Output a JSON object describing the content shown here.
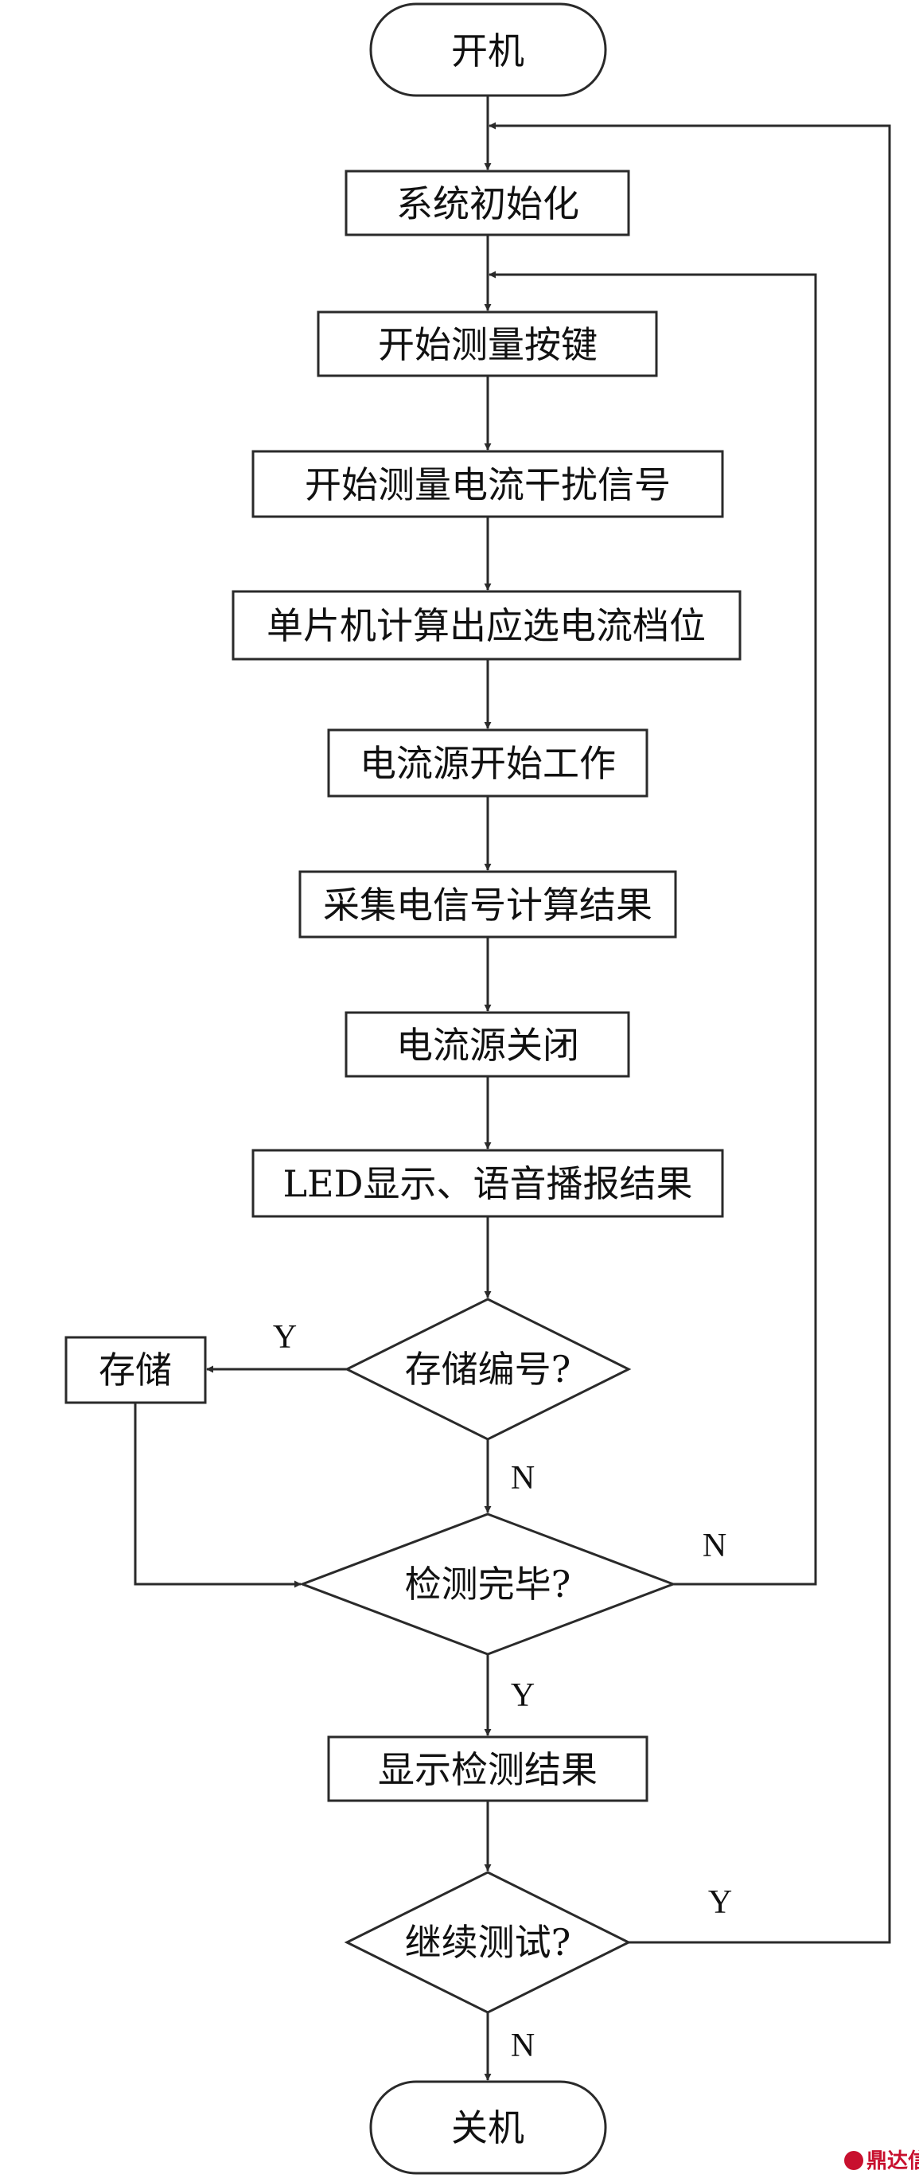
{
  "nodes": {
    "start": "开机",
    "init": "系统初始化",
    "measure_key": "开始测量按键",
    "measure_interference": "开始测量电流干扰信号",
    "mcu_range": "单片机计算出应选电流档位",
    "source_start": "电流源开始工作",
    "collect": "采集电信号计算结果",
    "source_off": "电流源关闭",
    "display_broadcast": "LED显示、语音播报结果",
    "store_q": "存储编号?",
    "store": "存储",
    "done_q": "检测完毕?",
    "show_result": "显示检测结果",
    "continue_q": "继续测试?",
    "end": "关机"
  },
  "edge_labels": {
    "store_yes": "Y",
    "store_no": "N",
    "done_no": "N",
    "done_yes": "Y",
    "continue_yes": "Y",
    "continue_no": "N"
  },
  "watermark": "鼎达信",
  "colors": {
    "stroke": "#2a2a2a",
    "text": "#111111",
    "watermark": "#c8102e"
  }
}
